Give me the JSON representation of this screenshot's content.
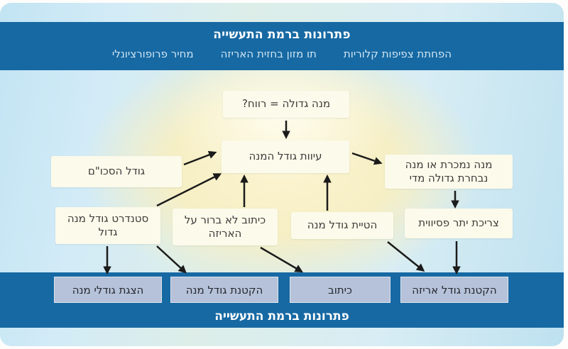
{
  "top_banner": {
    "title": "פתרונות ברמת התעשייה",
    "strategies": [
      "הפחתת צפיפות קלוריות",
      "תו מזון בחזית האריזה",
      "מחיר פרופורציונלי"
    ]
  },
  "flowchart": {
    "profit_question": "מנה גדולה = רווח?",
    "portion_distortion": "עיוות גודל המנה",
    "cutlery_size": "גודל הסכו\"ם",
    "large_portion_standard": "סטנדרט גודל מנה גדול",
    "unclear_package_label": "כיתוב לא ברור על האריזה",
    "portion_size_bias": "הטיית גודל מנה",
    "oversized_portion": "מנה נמכרת או מנה נבחרת גדולה מדי",
    "passive_overconsumption": "צריכת יתר פסיווית"
  },
  "bottom_banner": {
    "solutions": [
      "הצגת גודלי מנה",
      "הקטנת גודל מנה",
      "כיתוב",
      "הקטנת גודל אריזה"
    ],
    "title": "פתרונות ברמת התעשייה"
  },
  "colors": {
    "banner_blue": "#1769a3",
    "flow_box_bg": "#fcfaea",
    "solution_box_bg": "#b5c2d9",
    "background_glow": "#f6efc5",
    "background_edge_blue": "#c2e4f3",
    "arrow": "#1b1b1b"
  }
}
